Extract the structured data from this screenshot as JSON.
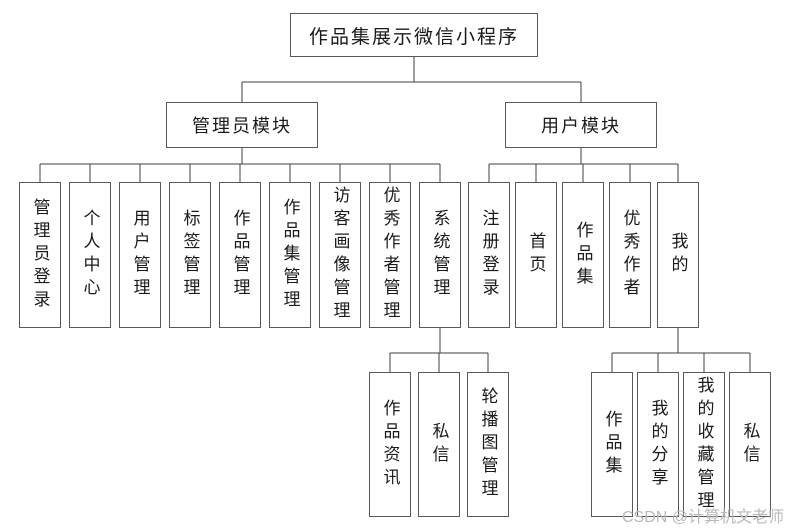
{
  "diagram": {
    "root": "作品集展示微信小程序",
    "admin": {
      "label": "管理员模块",
      "children": [
        "管理员登录",
        "个人中心",
        "用户管理",
        "标签管理",
        "作品管理",
        "作品集管理",
        "访客画像管理",
        "优秀作者管理",
        "系统管理"
      ],
      "system_management_children": [
        "作品资讯",
        "私信",
        "轮播图管理"
      ]
    },
    "user": {
      "label": "用户模块",
      "children": [
        "注册登录",
        "首页",
        "作品集",
        "优秀作者",
        "我的"
      ],
      "my_children": [
        "作品集",
        "我的分享",
        "我的收藏管理",
        "私信"
      ]
    }
  },
  "watermark": "CSDN @计算机文老师",
  "colors": {
    "line": "#3f3f3f",
    "border": "#595959",
    "watermark": "#b9b9b9",
    "background": "#ffffff"
  }
}
